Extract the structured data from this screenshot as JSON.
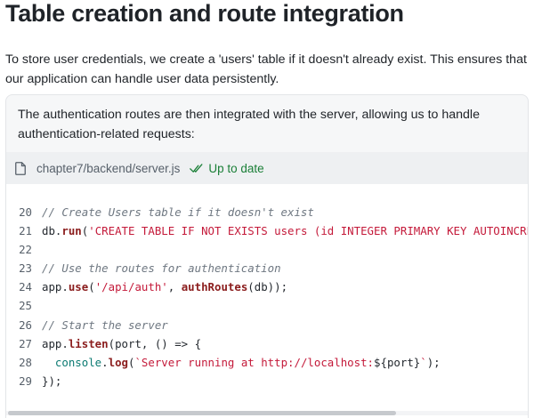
{
  "page": {
    "title": "Table creation and route integration",
    "intro": "To store user credentials, we create a 'users' table if it doesn't already exist. This ensures that our application can handle user data persistently."
  },
  "card": {
    "description": "The authentication routes are then integrated with the server, allowing us to handle authentication-related requests:",
    "file_path": "chapter7/backend/server.js",
    "file_icon": "file-icon",
    "status_icon": "check-icon",
    "status": "Up to date",
    "status_color": "#1a7f37"
  },
  "code": {
    "lines": [
      {
        "num": "20",
        "tokens": [
          {
            "t": "// Create Users table if it doesn't exist",
            "c": "cm"
          }
        ]
      },
      {
        "num": "21",
        "tokens": [
          {
            "t": "db.",
            "c": ""
          },
          {
            "t": "run",
            "c": "fn"
          },
          {
            "t": "(",
            "c": ""
          },
          {
            "t": "'CREATE TABLE IF NOT EXISTS users (id INTEGER PRIMARY KEY AUTOINCREMENT, username TEXT UNIQUE, password TEXT)'",
            "c": "st"
          },
          {
            "t": ");",
            "c": ""
          }
        ]
      },
      {
        "num": "22",
        "tokens": []
      },
      {
        "num": "23",
        "tokens": [
          {
            "t": "// Use the routes for authentication",
            "c": "cm"
          }
        ]
      },
      {
        "num": "24",
        "tokens": [
          {
            "t": "app.",
            "c": ""
          },
          {
            "t": "use",
            "c": "fn"
          },
          {
            "t": "(",
            "c": ""
          },
          {
            "t": "'/api/auth'",
            "c": "st"
          },
          {
            "t": ", ",
            "c": ""
          },
          {
            "t": "authRoutes",
            "c": "fn"
          },
          {
            "t": "(db));",
            "c": ""
          }
        ]
      },
      {
        "num": "25",
        "tokens": []
      },
      {
        "num": "26",
        "tokens": [
          {
            "t": "// Start the server",
            "c": "cm"
          }
        ]
      },
      {
        "num": "27",
        "tokens": [
          {
            "t": "app.",
            "c": ""
          },
          {
            "t": "listen",
            "c": "fn"
          },
          {
            "t": "(port, () => {",
            "c": ""
          }
        ]
      },
      {
        "num": "28",
        "tokens": [
          {
            "t": "  ",
            "c": ""
          },
          {
            "t": "console",
            "c": "gl"
          },
          {
            "t": ".",
            "c": ""
          },
          {
            "t": "log",
            "c": "fn"
          },
          {
            "t": "(",
            "c": ""
          },
          {
            "t": "`Server running at http://localhost:",
            "c": "st"
          },
          {
            "t": "${port}",
            "c": ""
          },
          {
            "t": "`",
            "c": "st"
          },
          {
            "t": ");",
            "c": ""
          }
        ]
      },
      {
        "num": "29",
        "tokens": [
          {
            "t": "});",
            "c": ""
          }
        ]
      }
    ]
  }
}
